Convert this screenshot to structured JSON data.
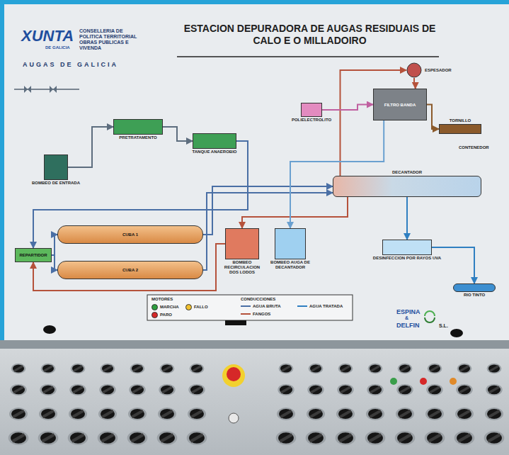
{
  "diagram": {
    "title": "ESTACION DEPURADORA DE AUGAS RESIDUAIS DE CALO E O MILLADOIRO",
    "nodes": [
      {
        "text": [
          "BOMBEO DE ENTRADA"
        ]
      },
      {
        "text": [
          "PRETRATAMENTO"
        ]
      },
      {
        "text": [
          "TANQUE ANAEROBIO"
        ]
      },
      {
        "text": [
          "ESPESADOR"
        ]
      },
      {
        "text": [
          "FILTRO BANDA"
        ]
      },
      {
        "text": [
          "TORNILLO"
        ]
      },
      {
        "text": [
          "POLIELECTROLITO"
        ]
      },
      {
        "text": [
          "DECANTADOR"
        ]
      },
      {
        "text": [
          "REPARTIDOR"
        ]
      },
      {
        "text": [
          "CUBA 1"
        ]
      },
      {
        "text": [
          "CUBA 2"
        ]
      },
      {
        "text": [
          "BOMBEO RECIRCULACION DOS LODOS"
        ]
      },
      {
        "text": [
          "BOMBEO AUGA DE DECANTADOR"
        ]
      },
      {
        "text": [
          "DESINFECCION POR RAYOS UVA"
        ]
      },
      {
        "text": [
          "RIO TINTO"
        ]
      }
    ],
    "edges": [
      {
        "from": 0,
        "to": 1,
        "arrow": "to"
      },
      {
        "from": 1,
        "to": 2,
        "arrow": "to"
      },
      {
        "from": 2,
        "to": 8,
        "arrow": "to"
      },
      {
        "from": 8,
        "to": 9,
        "arrow": "to"
      },
      {
        "from": 8,
        "to": 10,
        "arrow": "to"
      },
      {
        "from": 9,
        "to": 7,
        "arrow": "to"
      },
      {
        "from": 10,
        "to": 7,
        "arrow": "to"
      },
      {
        "from": 7,
        "to": 11,
        "arrow": "to"
      },
      {
        "from": 11,
        "to": 8,
        "arrow": "to"
      },
      {
        "from": 7,
        "to": 13,
        "arrow": "to"
      },
      {
        "from": 13,
        "to": 14,
        "arrow": "to"
      },
      {
        "from": 7,
        "to": 3,
        "arrow": "to"
      },
      {
        "from": 3,
        "to": 4,
        "arrow": "to"
      },
      {
        "from": 6,
        "to": 4,
        "arrow": "to"
      },
      {
        "from": 4,
        "to": 5,
        "arrow": "to"
      },
      {
        "from": 4,
        "to": 12,
        "arrow": "to"
      }
    ],
    "labels": [
      "XUNTA",
      "DE GALICIA",
      "CONSELLERIA DE POLITICA TERRITORIAL OBRAS PUBLICAS E VIVENDA",
      "AUGAS DE GALICIA",
      "ESPINA",
      "&",
      "DELFIN",
      "S.L.",
      "MOTORES",
      "CONDUCCIONES",
      "CONTENEDOR"
    ],
    "legend": [
      {
        "text": "MARCHA",
        "color": "#2e9e3e"
      },
      {
        "text": "PARO",
        "color": "#d62828"
      },
      {
        "text": "FALLO",
        "color": "#f2c12e"
      },
      {
        "text": "AGUA BRUTA"
      },
      {
        "text": "FANGOS"
      },
      {
        "text": "AGUA TRATADA"
      }
    ]
  }
}
